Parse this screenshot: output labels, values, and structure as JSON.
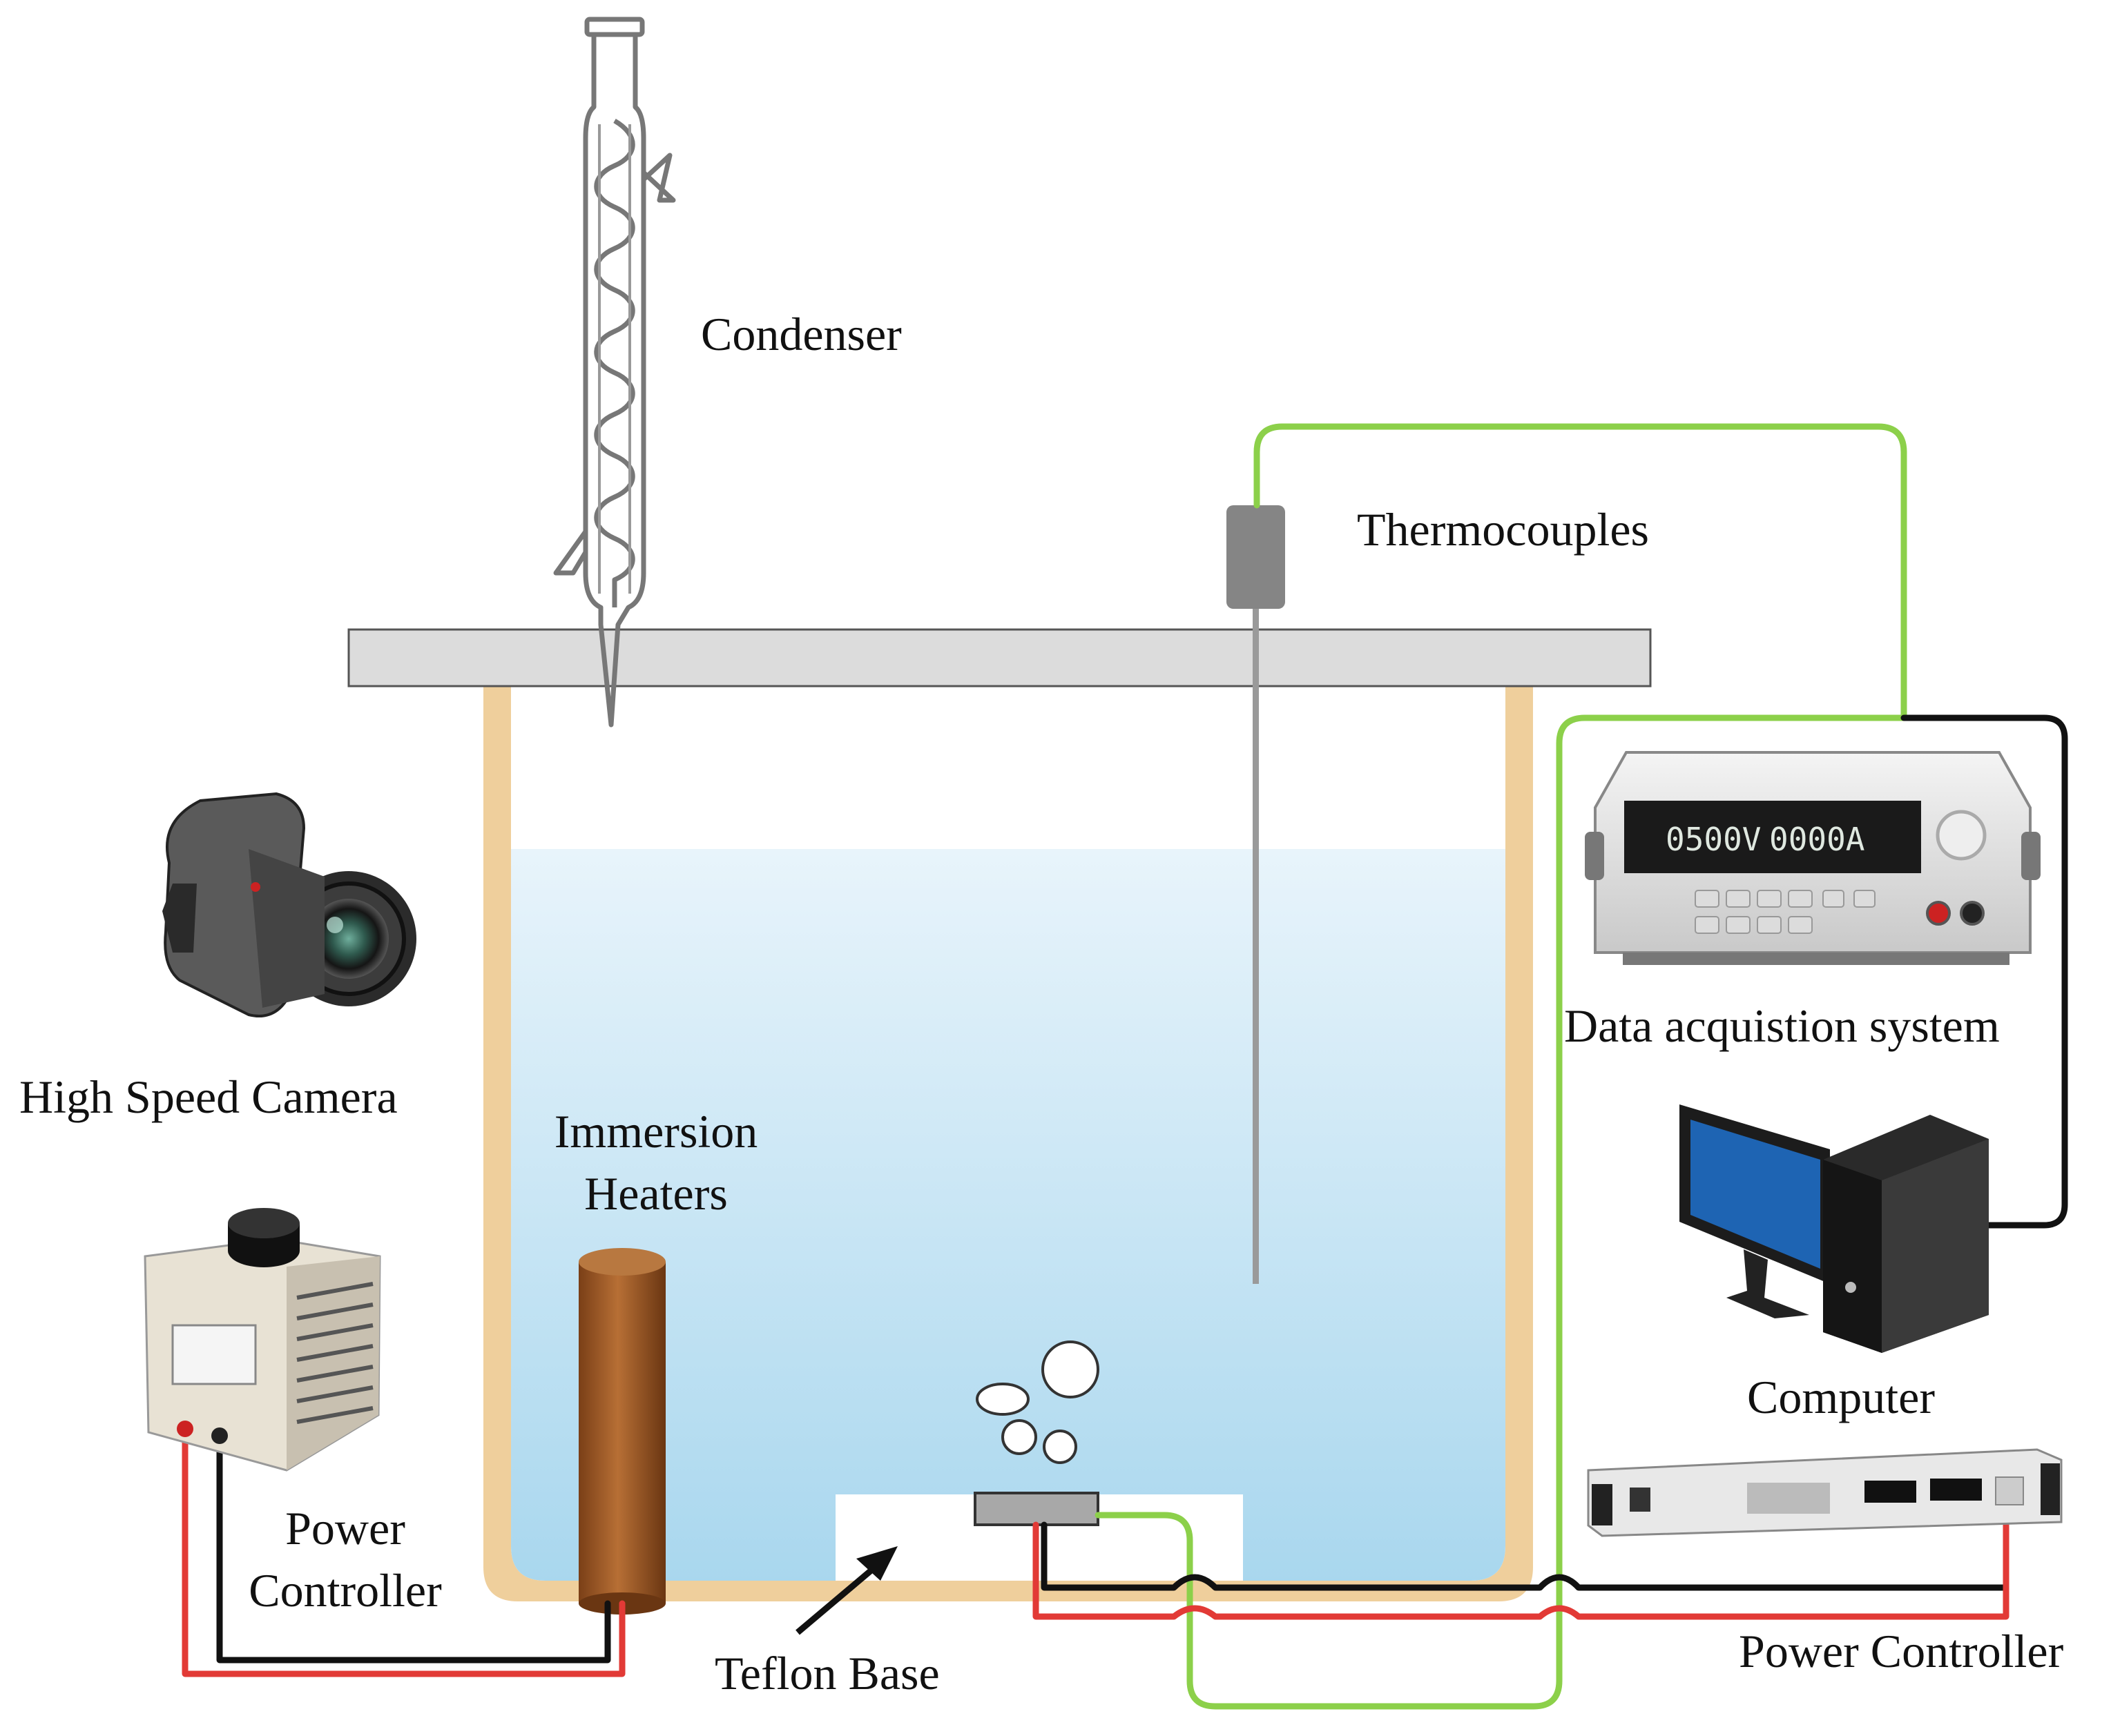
{
  "labels": {
    "condenser": "Condenser",
    "thermocouples": "Thermocouples",
    "data_acquisition": "Data acquistion system",
    "high_speed_camera": "High Speed Camera",
    "immersion_line1": "Immersion",
    "immersion_line2": "Heaters",
    "computer": "Computer",
    "power_left_line1": "Power",
    "power_left_line2": "Controller",
    "teflon_base": "Teflon Base",
    "power_right": "Power Controller"
  },
  "instrument": {
    "voltage_display": "0500V",
    "current_display": "0000A"
  },
  "colors": {
    "tank_wall": "#efcf9c",
    "lid": "#dcdcdc",
    "water_top": "#e8f4fb",
    "water_bottom": "#a9d7ee",
    "heater": "#a8612a",
    "wire_green": "#8cd04a",
    "wire_black": "#111111",
    "wire_red": "#e23a36",
    "probe": "#9a9a9a"
  }
}
